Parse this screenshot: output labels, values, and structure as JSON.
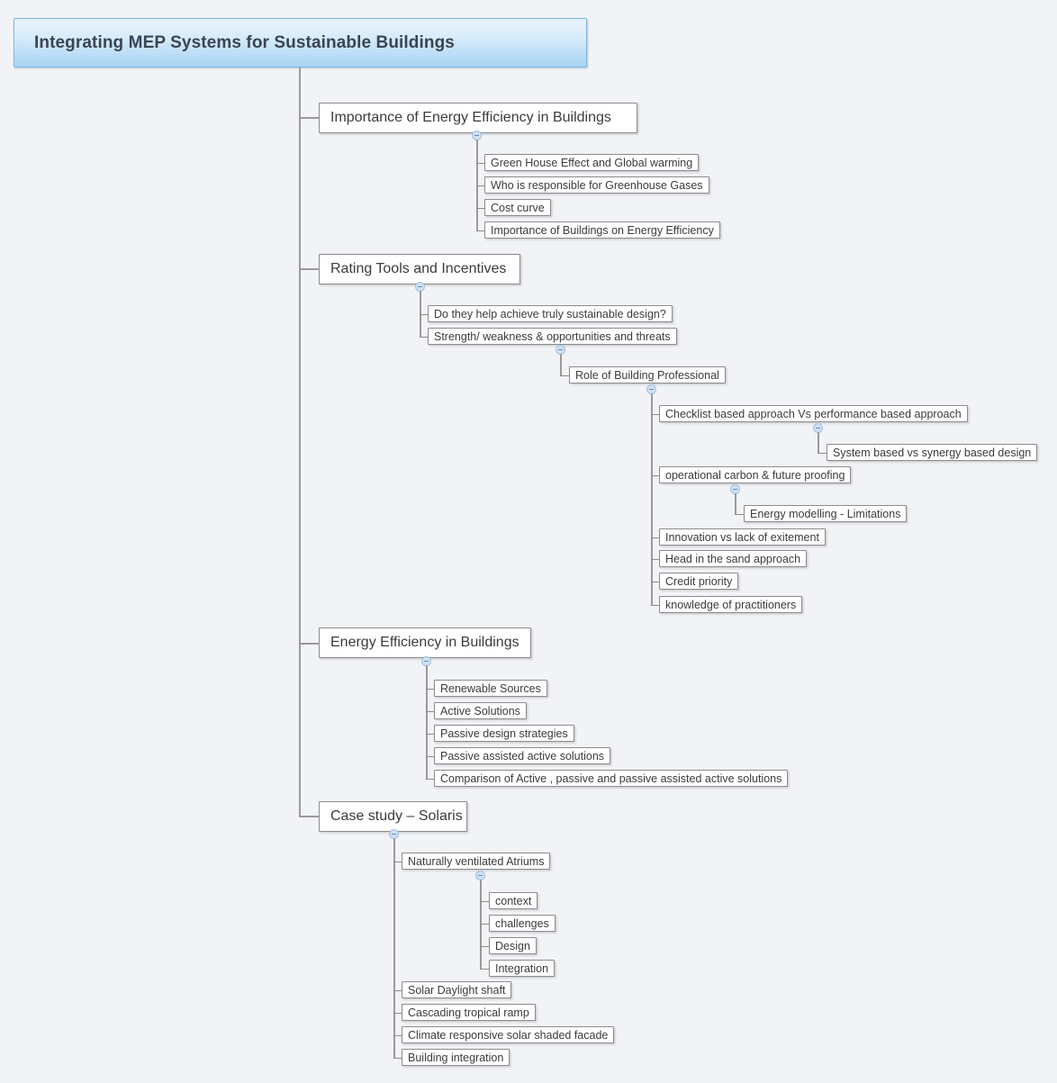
{
  "document": {
    "type": "mind-map",
    "background_color": "#f1f3f7",
    "node_border_color": "#8c8c8c",
    "connector_color": "#8d8d8d",
    "toggle_icon": "collapse-minus-icon",
    "root_accent_color": "#a9d4f4"
  },
  "root": {
    "label": "Integrating MEP Systems for Sustainable Buildings"
  },
  "branches": [
    {
      "label": "Importance of Energy Efficiency in Buildings",
      "children": [
        {
          "label": "Green House Effect and Global warming"
        },
        {
          "label": "Who is responsible for Greenhouse Gases"
        },
        {
          "label": "Cost curve"
        },
        {
          "label": "Importance of Buildings on Energy Efficiency"
        }
      ]
    },
    {
      "label": "Rating Tools and Incentives",
      "children": [
        {
          "label": "Do they help achieve truly sustainable design?"
        },
        {
          "label": "Strength/ weakness & opportunities and threats",
          "children": [
            {
              "label": "Role of Building Professional",
              "children": [
                {
                  "label": "Checklist based approach  Vs performance based approach",
                  "children": [
                    {
                      "label": "System based vs synergy based design"
                    }
                  ]
                },
                {
                  "label": "operational carbon & future proofing",
                  "children": [
                    {
                      "label": "Energy modelling - Limitations"
                    }
                  ]
                },
                {
                  "label": "Innovation vs lack of exitement"
                },
                {
                  "label": "Head in the sand approach"
                },
                {
                  "label": "Credit priority"
                },
                {
                  "label": "knowledge of practitioners"
                }
              ]
            }
          ]
        }
      ]
    },
    {
      "label": "Energy Efficiency in Buildings",
      "children": [
        {
          "label": "Renewable Sources"
        },
        {
          "label": "Active Solutions"
        },
        {
          "label": "Passive design strategies"
        },
        {
          "label": "Passive assisted active solutions"
        },
        {
          "label": "Comparison of Active , passive and passive assisted active solutions"
        }
      ]
    },
    {
      "label": "Case study – Solaris",
      "children": [
        {
          "label": "Naturally ventilated Atriums",
          "children": [
            {
              "label": "context"
            },
            {
              "label": "challenges"
            },
            {
              "label": "Design"
            },
            {
              "label": "Integration"
            }
          ]
        },
        {
          "label": "Solar Daylight shaft"
        },
        {
          "label": "Cascading tropical ramp"
        },
        {
          "label": "Climate responsive solar shaded facade"
        },
        {
          "label": "Building integration"
        }
      ]
    }
  ]
}
